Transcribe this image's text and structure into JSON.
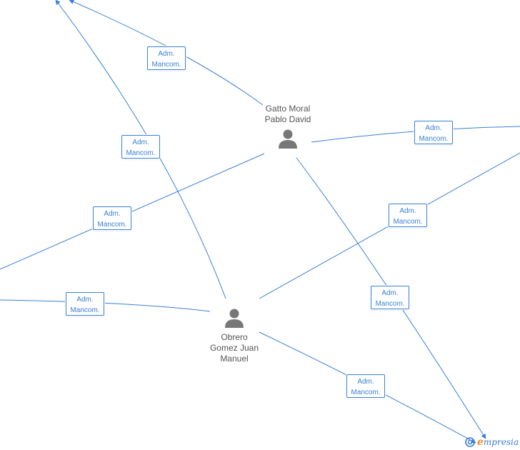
{
  "people": [
    {
      "id": "gatto",
      "name_lines": [
        "Gatto Moral",
        "Pablo David"
      ]
    },
    {
      "id": "obrero",
      "name_lines": [
        "Obrero",
        "Gomez Juan",
        "Manuel"
      ]
    }
  ],
  "relation_label": {
    "line1": "Adm.",
    "line2": "Mancom."
  },
  "edges": [
    {
      "from": "gatto",
      "to": "offscreen-top-left-a",
      "label": "Adm. Mancom."
    },
    {
      "from": "obrero",
      "to": "offscreen-top-left-b",
      "label": "Adm. Mancom."
    },
    {
      "from": "gatto",
      "to": "offscreen-right-a",
      "label": "Adm. Mancom."
    },
    {
      "from": "gatto",
      "to": "offscreen-left-a",
      "label": "Adm. Mancom."
    },
    {
      "from": "obrero",
      "to": "offscreen-right-b",
      "label": "Adm. Mancom."
    },
    {
      "from": "obrero",
      "to": "offscreen-left-b",
      "label": "Adm. Mancom."
    },
    {
      "from": "gatto",
      "to": "empresa-bottom-right",
      "label": "Adm. Mancom."
    },
    {
      "from": "obrero",
      "to": "empresa-bottom-right",
      "label": "Adm. Mancom."
    }
  ],
  "logo": {
    "text_rest": "mpresia",
    "text_e": "e",
    "symbol": "©"
  },
  "colors": {
    "edge": "#3a7fd5",
    "person_icon": "#777777",
    "name_text": "#555555",
    "logo_accent": "#f28a1a"
  }
}
